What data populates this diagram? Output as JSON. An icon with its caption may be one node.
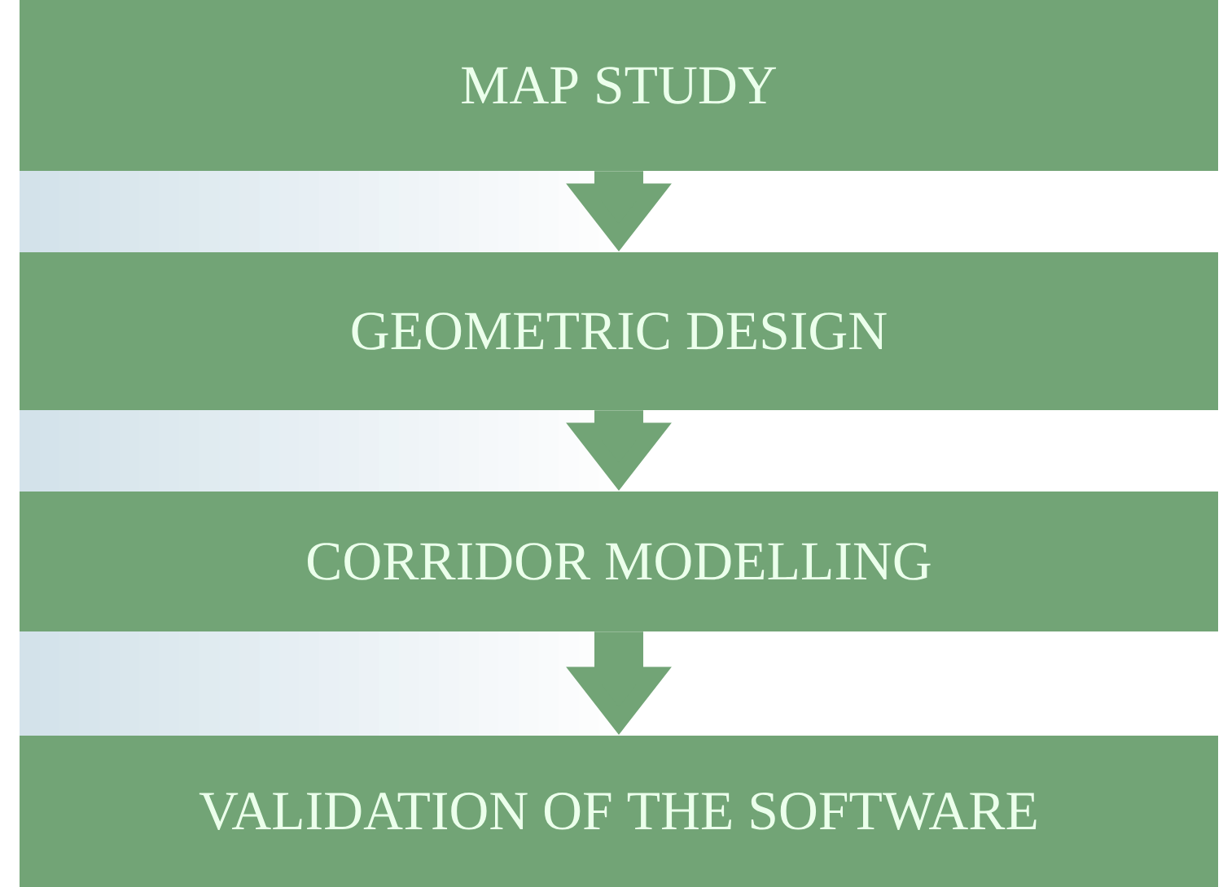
{
  "diagram": {
    "nodes": [
      {
        "text": [
          "MAP STUDY"
        ]
      },
      {
        "text": [
          "GEOMETRIC DESIGN"
        ]
      },
      {
        "text": [
          "CORRIDOR MODELLING"
        ]
      },
      {
        "text": [
          "VALIDATION OF THE SOFTWARE"
        ]
      }
    ],
    "edges": [
      {
        "from": 0,
        "to": 1,
        "arrow": "to"
      },
      {
        "from": 1,
        "to": 2,
        "arrow": "to"
      },
      {
        "from": 2,
        "to": 3,
        "arrow": "to"
      }
    ]
  }
}
